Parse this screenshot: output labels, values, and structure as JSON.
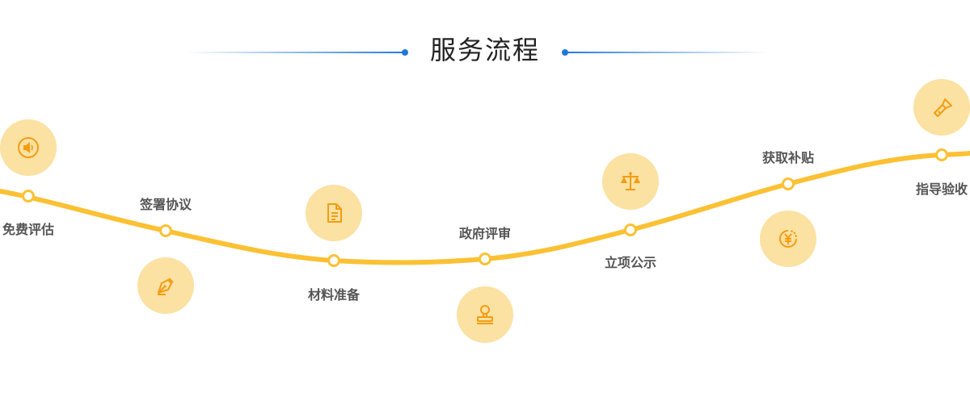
{
  "header": {
    "title": "服务流程"
  },
  "colors": {
    "curve": "#fbc134",
    "circle_bg": "#fbe1a2",
    "icon": "#f39c12",
    "accent_line": "#1e78dc"
  },
  "steps": [
    {
      "label": "免费评估",
      "icon": "speaker-icon"
    },
    {
      "label": "签署协议",
      "icon": "pen-nib-icon"
    },
    {
      "label": "材料准备",
      "icon": "document-icon"
    },
    {
      "label": "政府评审",
      "icon": "stamp-icon"
    },
    {
      "label": "立项公示",
      "icon": "scale-icon"
    },
    {
      "label": "获取补贴",
      "icon": "yen-coin-icon"
    },
    {
      "label": "指导验收",
      "icon": "flashlight-icon"
    }
  ]
}
